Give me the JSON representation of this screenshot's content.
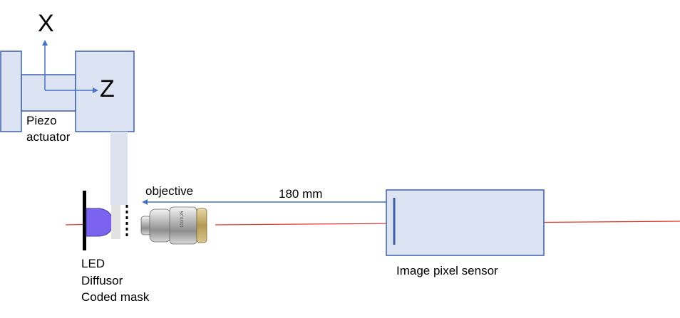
{
  "axes": {
    "x_label": "X",
    "z_label": "Z"
  },
  "labels": {
    "piezo_line1": "Piezo",
    "piezo_line2": "actuator",
    "objective": "objective",
    "distance": "180 mm",
    "led": "LED",
    "diffusor": "Diffusor",
    "coded_mask": "Coded mask",
    "sensor": "Image pixel sensor"
  },
  "colors": {
    "stage_fill": "#dce3f3",
    "stage_stroke": "#3f5fa6",
    "arrow": "#4472c4",
    "beam": "#e8302a",
    "led_fill": "#7b63f0",
    "mount_fill": "#dde3ee",
    "sensor_line": "#3f5fa6"
  }
}
